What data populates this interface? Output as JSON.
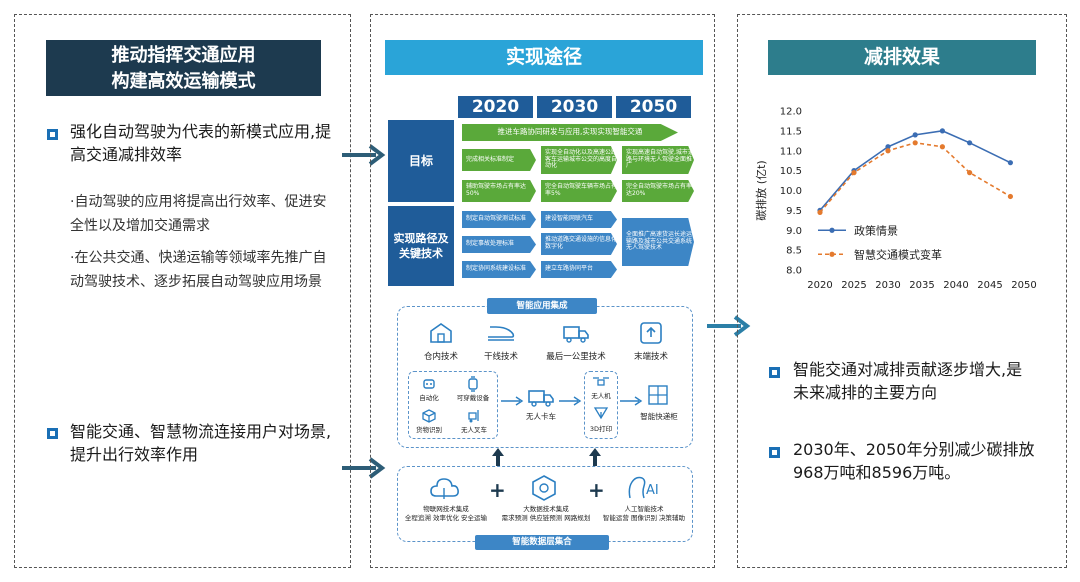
{
  "left": {
    "header": [
      "推动指挥交通应用",
      "构建高效运输模式"
    ],
    "point1": "强化自动驾驶为代表的新模式应用,提高交通减排效率",
    "sub1": "·自动驾驶的应用将提高出行效率、促进安全性以及增加交通需求",
    "sub2": "·在公共交通、快递运输等领域率先推广自动驾驶技术、逐步拓展自动驾驶应用场景",
    "point2": "智能交通、智慧物流连接用户对场景,提升出行效率作用"
  },
  "middle": {
    "header": "实现途径",
    "years": [
      "2020",
      "2030",
      "2050"
    ],
    "target_label": "目标",
    "path_label": [
      "实现路径及",
      "关键技术"
    ],
    "goal_banner": "推进车路协同研发与应用,实现实现智能交通",
    "goal_2020_a": "完成相关标准制定",
    "goal_2030_a": "实现全自动化以及高速公路客车运输城市公交的高度自动化",
    "goal_2050_a": "实现高速自动驾驶,城市道路与环境无人驾驶全面推广",
    "goal_2020_b": "辅助驾驶市场占有率达50%",
    "goal_2030_b": "完全自动驾驶车辆市场占有率5%",
    "goal_2050_b": "完全自动驾驶市场占有率达20%",
    "path_2020": [
      "制定自动驾驶测试标准",
      "制定事故处理标准",
      "制定协同系统建设标准"
    ],
    "path_2030": [
      "建设智能网联汽车",
      "推动道路交通设施的信息化数字化",
      "建立车路协同平台"
    ],
    "path_2050": "全面推广高速货运长途运输路及城市公共交通系统无人驾驶技术",
    "app_title": "智能应用集成",
    "apps": [
      "仓内技术",
      "干线技术",
      "最后一公里技术",
      "末端技术"
    ],
    "sub_apps": [
      "自动化",
      "可穿戴设备",
      "货物识别",
      "无人叉车"
    ],
    "truck": "无人卡车",
    "drone": "无人机",
    "print3d": "3D打印",
    "locker": "智能快递柜",
    "data_title": "智能数据层集合",
    "data_items": [
      {
        "title": "物联网技术集成",
        "desc": "全程追溯 效率优化 安全运输"
      },
      {
        "title": "大数据技术集成",
        "desc": "需求预测 供应链预测 网路规划"
      },
      {
        "title": "人工智能技术",
        "desc": "智能运营 图像识别 决策辅助"
      }
    ],
    "plus": "+"
  },
  "right": {
    "header": "减排效果",
    "point1": "智能交通对减排贡献逐步增大,是未来减排的主要方向",
    "point2": "2030年、2050年分别减少碳排放968万吨和8596万吨。"
  },
  "chart_data": {
    "type": "line",
    "ylabel": "碳排放 (亿t)",
    "ylim": [
      8.0,
      12.0
    ],
    "yticks": [
      "12.0",
      "11.5",
      "11.0",
      "10.5",
      "10.0",
      "9.5",
      "9.0",
      "8.5",
      "8.0"
    ],
    "xticks": [
      "2020",
      "2025",
      "2030",
      "2035",
      "2040",
      "2045",
      "2050"
    ],
    "series": [
      {
        "name": "政策情景",
        "color": "#3b6db3",
        "style": "solid",
        "x": [
          2020,
          2025,
          2030,
          2034,
          2038,
          2042,
          2048
        ],
        "y": [
          9.5,
          10.5,
          11.1,
          11.4,
          11.5,
          11.2,
          10.7
        ]
      },
      {
        "name": "智慧交通模式变革",
        "color": "#e47a2e",
        "style": "dashed",
        "x": [
          2020,
          2025,
          2030,
          2034,
          2038,
          2042,
          2048
        ],
        "y": [
          9.45,
          10.45,
          11.0,
          11.2,
          11.1,
          10.45,
          9.85
        ]
      }
    ],
    "legend": "bottom-left"
  }
}
